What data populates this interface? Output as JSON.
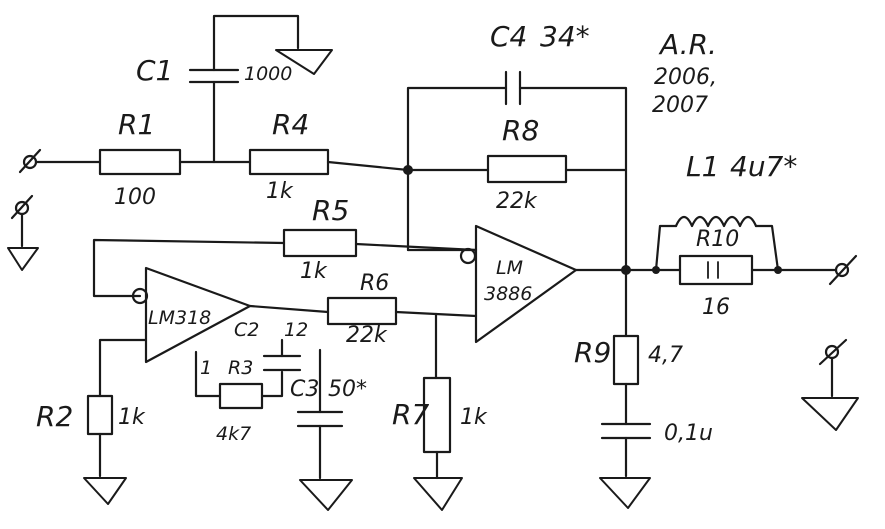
{
  "notes": {
    "author": "A.R.",
    "year1": "2006,",
    "year2": "2007"
  },
  "components": {
    "C1": {
      "name": "C1",
      "value": "1000"
    },
    "C4": {
      "name": "C4",
      "value": "34*"
    },
    "R1": {
      "name": "R1",
      "value": "100"
    },
    "R4": {
      "name": "R4",
      "value": "1k"
    },
    "R8": {
      "name": "R8",
      "value": "22k"
    },
    "L1": {
      "name": "L1",
      "value": "4u7*"
    },
    "R5": {
      "name": "R5",
      "value": "1k"
    },
    "R6": {
      "name": "R6",
      "value": "22k"
    },
    "R10": {
      "name": "R10",
      "value": "16"
    },
    "R3": {
      "name": "R3",
      "value": "4k7",
      "pin": "1"
    },
    "C2": {
      "name": "C2",
      "value": "12"
    },
    "C3": {
      "name": "C3",
      "value": "50*"
    },
    "R2": {
      "name": "R2",
      "value": "1k"
    },
    "R7": {
      "name": "R7",
      "value": "1k"
    },
    "R9": {
      "name": "R9",
      "value": "4,7"
    },
    "C5": {
      "value": "0,1u"
    },
    "U1": {
      "name": "LM318"
    },
    "U2": {
      "line1": "LM",
      "line2": "3886"
    }
  }
}
